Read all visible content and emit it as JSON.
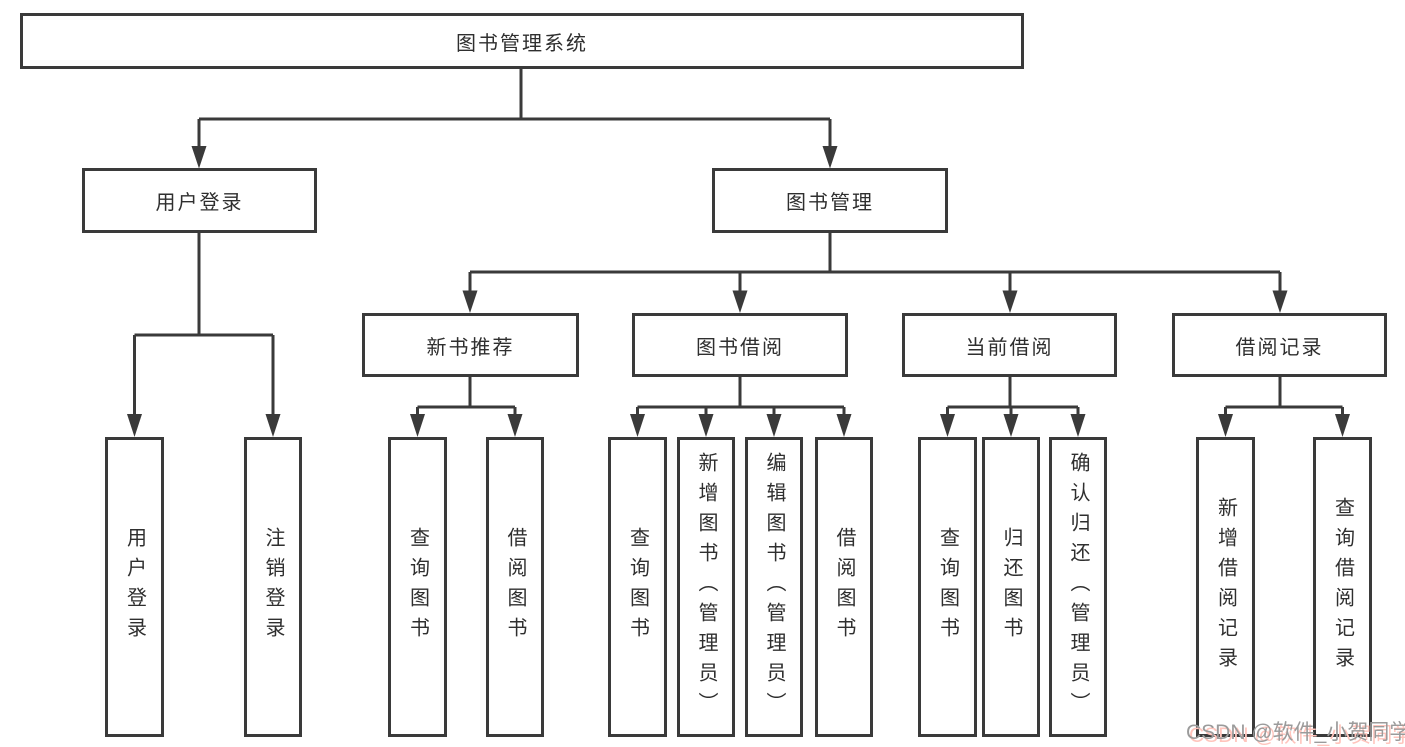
{
  "diagram": {
    "root": "图书管理系统",
    "level2": {
      "login": "用户登录",
      "management": "图书管理"
    },
    "level3": {
      "recommend": "新书推荐",
      "borrowing": "图书借阅",
      "current": "当前借阅",
      "records": "借阅记录"
    },
    "leaves": {
      "user_login": "用户登录",
      "logout": "注销登录",
      "recommend_query": "查询图书",
      "recommend_borrow": "借阅图书",
      "borrowing_query": "查询图书",
      "borrowing_add": "新增图书（管理员）",
      "borrowing_edit": "编辑图书（管理员）",
      "borrowing_borrow": "借阅图书",
      "current_query": "查询图书",
      "current_return": "归还图书",
      "current_confirm": "确认归还（管理员）",
      "records_add": "新增借阅记录",
      "records_query": "查询借阅记录"
    },
    "watermark": "CSDN @软件_小贺同学"
  },
  "colors": {
    "line": "#3a3a3a",
    "text": "#2f2f2f",
    "background": "#ffffff",
    "watermark_text": "#9b9b9b",
    "watermark_shadow": "#ffc4bc"
  }
}
